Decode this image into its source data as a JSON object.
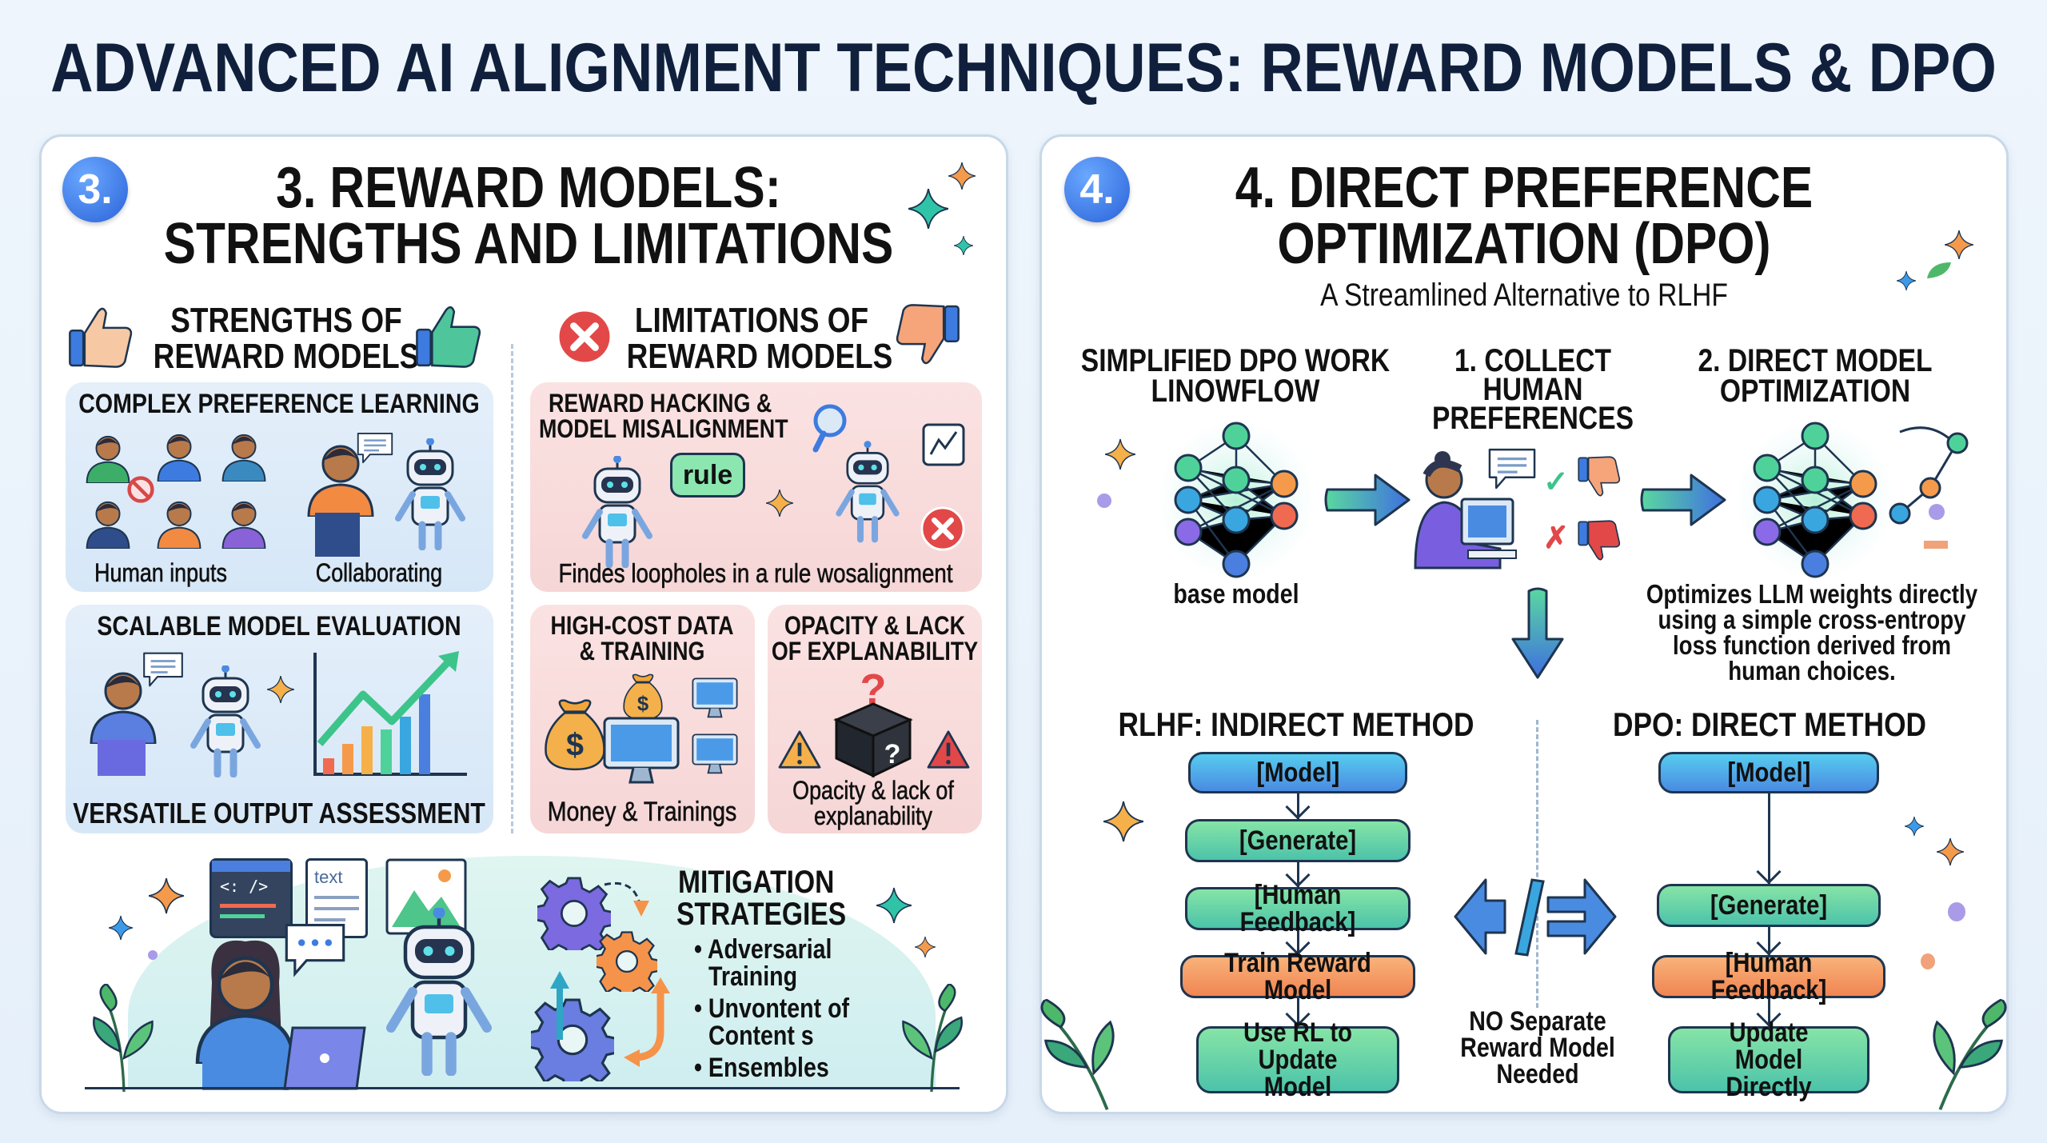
{
  "title": "ADVANCED AI ALIGNMENT TECHNIQUES: REWARD MODELS & DPO",
  "left_panel": {
    "badge": "3.",
    "title_line1": "3. REWARD MODELS:",
    "title_line2": "STRENGTHS AND LIMITATIONS",
    "strengths": {
      "heading_line1": "STRENGTHS OF",
      "heading_line2": "REWARD MODELS",
      "cards": [
        {
          "title": "COMPLEX PREFERENCE LEARNING",
          "caption_left": "Human inputs",
          "caption_right": "Collaborating"
        },
        {
          "title": "SCALABLE MODEL EVALUATION",
          "caption": "VERSATILE OUTPUT ASSESSMENT"
        }
      ]
    },
    "limitations": {
      "heading_line1": "LIMITATIONS OF",
      "heading_line2": "REWARD MODELS",
      "cards": [
        {
          "title_line1": "REWARD HACKING &",
          "title_line2": "MODEL MISALIGNMENT",
          "bubble": "rule",
          "caption": "Findes loopholes in a rule wosalignment"
        },
        {
          "title_line1": "HIGH-COST DATA",
          "title_line2": "& TRAINING",
          "caption": "Money & Trainings"
        },
        {
          "title_line1": "OPACITY & LACK",
          "title_line2": "OF EXPLANABILITY",
          "caption_line1": "Opacity & lack of",
          "caption_line2": "explanability"
        }
      ]
    },
    "mitigation": {
      "heading_line1": "MITIGATION",
      "heading_line2": "STRATEGIES",
      "bullets": [
        {
          "line1": "• Adversarial",
          "line2": "Training"
        },
        {
          "line1": "• Unvontent of",
          "line2": "Content s"
        },
        {
          "line1": "• Ensembles"
        }
      ],
      "doc_label": "text",
      "code_label": "<: />"
    }
  },
  "right_panel": {
    "badge": "4.",
    "title_line1": "4. DIRECT PREFERENCE",
    "title_line2": "OPTIMIZATION (DPO)",
    "subtitle": "A Streamlined Alternative to RLHF",
    "workflow": {
      "step0_line1": "SIMPLIFIED DPO WORK",
      "step0_line2": "LINOWFLOW",
      "step0_caption": "base model",
      "step1_line1": "1. COLLECT",
      "step1_line2": "HUMAN",
      "step1_line3": "PREFERENCES",
      "step2_line1": "2. DIRECT MODEL",
      "step2_line2": "OPTIMIZATION",
      "step2_desc": [
        "Optimizes LLM weights directly",
        "using a simple cross-entropy",
        "loss function derived from",
        "human choices."
      ]
    },
    "rlhf": {
      "heading": "RLHF: INDIRECT METHOD",
      "steps": [
        "[Model]",
        "[Generate]",
        "[Human Feedback]",
        "Train Reward Model",
        "Use RL to Update Model"
      ]
    },
    "dpo": {
      "heading": "DPO: DIRECT METHOD",
      "steps": [
        "[Model]",
        "[Generate]",
        "[Human Feedback]",
        "Update Model Directly"
      ]
    },
    "middle_note": [
      "NO Separate",
      "Reward Model",
      "Needed"
    ]
  },
  "colors": {
    "title": "#10203c",
    "badge": "#2f6ee0",
    "model_box": "#4fa6ea",
    "green_box": "#62d4a8",
    "orange_box": "#f49a66",
    "strength_card": "#dbe9f7",
    "limitation_card": "#f8dcdc"
  }
}
